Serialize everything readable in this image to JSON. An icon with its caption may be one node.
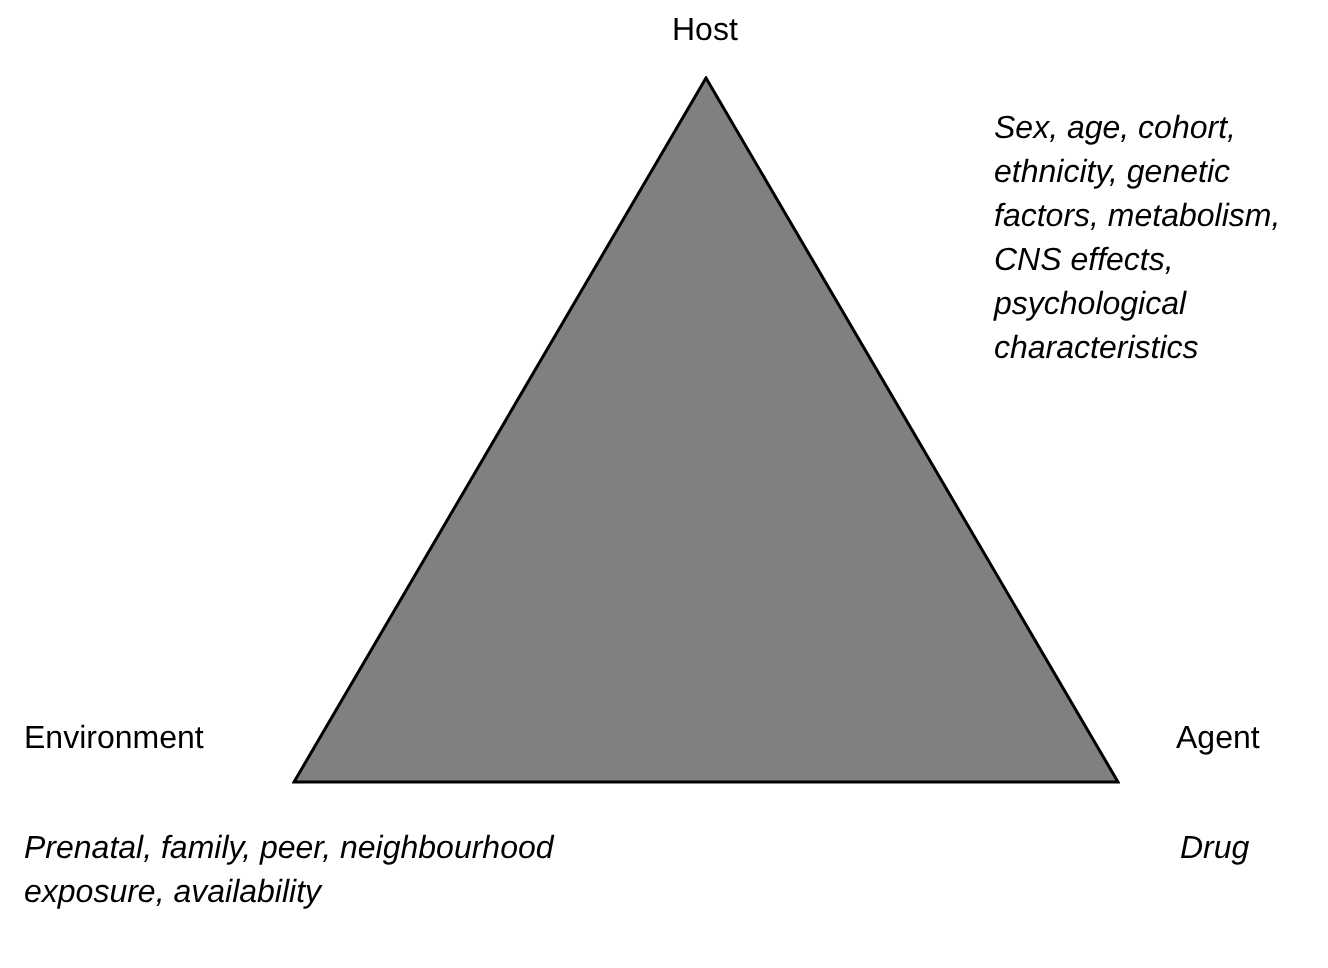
{
  "diagram": {
    "nodes": [
      {
        "text": [
          "Host"
        ]
      },
      {
        "text": [
          "Environment"
        ]
      },
      {
        "text": [
          "Agent"
        ]
      },
      {
        "text": [],
        "shape": "triangle"
      }
    ],
    "labels": [
      "Sex, age, cohort, ethnicity, genetic factors, metabolism, CNS effects, psychological characteristics",
      "Prenatal, family, peer, neighbourhood exposure, availability",
      "Drug"
    ]
  }
}
